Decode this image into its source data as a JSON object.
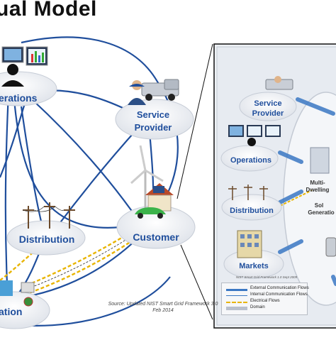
{
  "title": "ual Model",
  "left_nodes": {
    "operations": "erations",
    "service_provider": [
      "Service",
      "Provider"
    ],
    "distribution": "Distribution",
    "customer": "Customer",
    "bottom": "ation"
  },
  "inset_nodes": {
    "service_provider": [
      "Service",
      "Provider"
    ],
    "operations": "Operations",
    "distribution": "Distribution",
    "markets": "Markets",
    "multi": "Multi-",
    "dwelling": "Dwelling",
    "sol": "Sol",
    "generation": "Generatio"
  },
  "inset_source": "NIST Smart Grid Framework 1.0 Sept 2009",
  "legend": {
    "items": [
      {
        "label": "External Communication Flows",
        "color": "#3b78c4",
        "style": "arrow"
      },
      {
        "label": "Internal Communication Flows",
        "color": "#3b78c4",
        "style": "solid"
      },
      {
        "label": "Electrical Flows",
        "color": "#e8b400",
        "style": "dashed"
      },
      {
        "label": "Domain",
        "color": "#b9c0cc",
        "style": "band"
      }
    ]
  },
  "source": [
    "Source: Updated NIST Smart Grid Framework 3.0",
    "Feb 2014"
  ],
  "colors": {
    "line": "#1f4e9c",
    "electrical": "#e8b400",
    "label": "#1f4e9c"
  }
}
